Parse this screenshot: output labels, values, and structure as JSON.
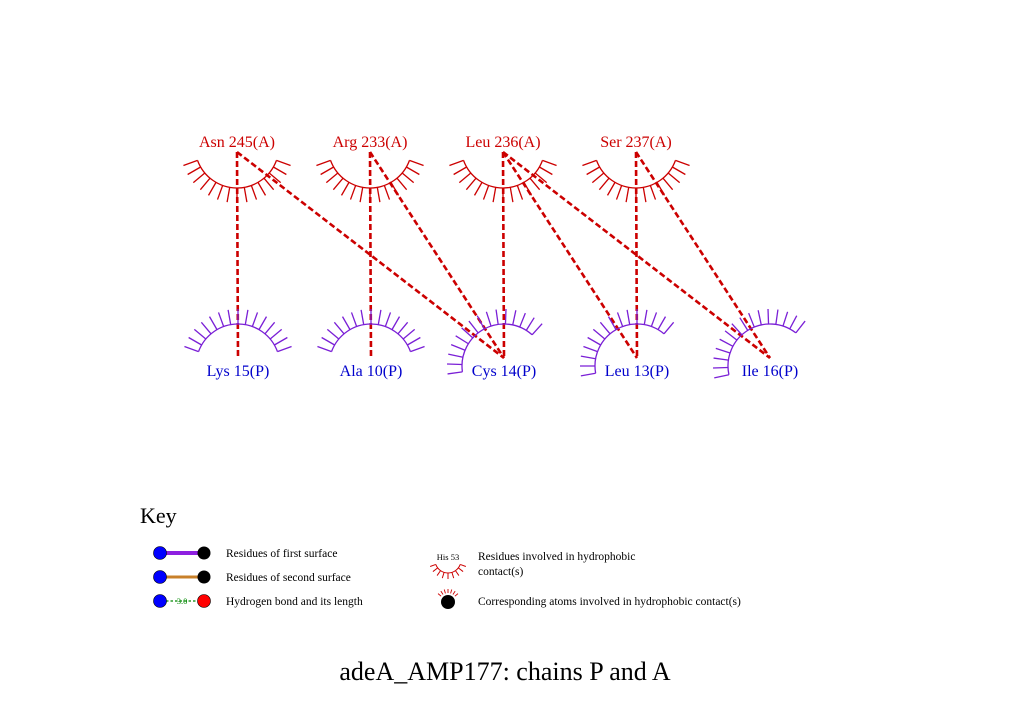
{
  "colors": {
    "chain_a": "#cc0000",
    "chain_p": "#0000cc",
    "chain_p_arc": "#7a1fd6",
    "contact_line": "#cc0000",
    "first_surface_bond": "#8e1fe0",
    "second_surface_bond": "#c8802a",
    "hbond": "#008800",
    "atom_blue": "#0000ff",
    "atom_black": "#000000",
    "atom_red": "#ff0000"
  },
  "residues_a": [
    {
      "id": "asn245",
      "label": "Asn 245(A)"
    },
    {
      "id": "arg233",
      "label": "Arg 233(A)"
    },
    {
      "id": "leu236",
      "label": "Leu 236(A)"
    },
    {
      "id": "ser237",
      "label": "Ser 237(A)"
    }
  ],
  "residues_p": [
    {
      "id": "lys15",
      "label": "Lys 15(P)"
    },
    {
      "id": "ala10",
      "label": "Ala 10(P)"
    },
    {
      "id": "cys14",
      "label": "Cys 14(P)"
    },
    {
      "id": "leu13",
      "label": "Leu 13(P)"
    },
    {
      "id": "ile16",
      "label": "Ile 16(P)"
    }
  ],
  "contacts": [
    [
      "asn245",
      "lys15"
    ],
    [
      "asn245",
      "cys14"
    ],
    [
      "arg233",
      "ala10"
    ],
    [
      "arg233",
      "cys14"
    ],
    [
      "leu236",
      "cys14"
    ],
    [
      "leu236",
      "leu13"
    ],
    [
      "leu236",
      "ile16"
    ],
    [
      "ser237",
      "leu13"
    ],
    [
      "ser237",
      "ile16"
    ]
  ],
  "key": {
    "title": "Key",
    "first_surface": "Residues of first surface",
    "second_surface": "Residues of second surface",
    "hbond": "Hydrogen bond and its length",
    "hbond_length": "3.0",
    "hydrophobic_example": "His 53",
    "hydrophobic_residues_line1": "Residues involved in hydrophobic",
    "hydrophobic_residues_line2": "contact(s)",
    "hydrophobic_atoms": "Corresponding atoms involved in hydrophobic contact(s)"
  },
  "title": "adeA_AMP177: chains P and A"
}
